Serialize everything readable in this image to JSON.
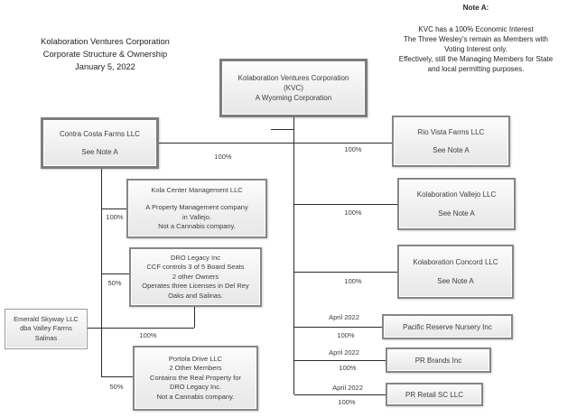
{
  "title": {
    "line1": "Kolaboration Ventures Corporation",
    "line2": "Corporate Structure & Ownership",
    "line3": "January 5, 2022"
  },
  "note_a": {
    "heading": "Note A:",
    "line1": "KVC has a 100% Economic Interest",
    "line2": "The Three Wesley's remain as Members with",
    "line3": "Voting Interest only.",
    "line4": "Effectively, still the Managing Members for State",
    "line5": "and local permitting purposes."
  },
  "boxes": {
    "kvc": {
      "line1": "Kolaboration Ventures Corporation",
      "line2": "(KVC)",
      "line3": "A Wyoming Corporation"
    },
    "contra_costa": {
      "line1": "Contra Costa Farms LLC",
      "line2": "See Note A"
    },
    "rio_vista": {
      "line1": "Rio Vista Farms LLC",
      "line2": "See Note A"
    },
    "vallejo": {
      "line1": "Kolaboration Vallejo LLC",
      "line2": "See Note A"
    },
    "concord": {
      "line1": "Kolaboration Concord LLC",
      "line2": "See Note A"
    },
    "kola_center": {
      "line1": "Kola Center Management LLC",
      "line2": "A Property Management company",
      "line3": "in Vallejo.",
      "line4": "Not a Cannabis company."
    },
    "dro_legacy": {
      "line1": "DRO Legacy Inc",
      "line2": "CCF controls 3 of 5 Board Seats",
      "line3": "2 other Owners",
      "line4": "Operates three Licenses in Del Rey",
      "line5": "Oaks and Salinas."
    },
    "emerald_skyway": {
      "line1": "Emerald Skyway LLC",
      "line2": "dba Valley Farms",
      "line3": "Salinas"
    },
    "portola_drive": {
      "line1": "Portola Drive LLC",
      "line2": "2 Other Members",
      "line3": "Contains the Real Property for",
      "line4": "DRO Legacy Inc.",
      "line5": "Not a Cannabis company."
    },
    "pacific_reserve": {
      "line1": "Pacific Reserve Nursery Inc"
    },
    "pr_brands": {
      "line1": "PR Brands Inc"
    },
    "pr_retail": {
      "line1": "PR Retail SC LLC"
    }
  },
  "ownership": {
    "contra_costa_pct": "100%",
    "rio_vista_pct": "100%",
    "vallejo_pct": "100%",
    "concord_pct": "100%",
    "kola_center_pct": "100%",
    "dro_legacy_pct": "50%",
    "emerald_pct": "100%",
    "portola_pct": "50%",
    "pacific_date": "April 2022",
    "pacific_pct": "100%",
    "brands_date": "April 2022",
    "brands_pct": "100%",
    "retail_date": "April 2022",
    "retail_pct": "100%"
  },
  "colors": {
    "box_border": "#868686",
    "box_fill_top": "#fcfcfc",
    "box_fill_bottom": "#e7e7e7",
    "connector": "#2b2b2b",
    "text": "#3d3d3d"
  }
}
